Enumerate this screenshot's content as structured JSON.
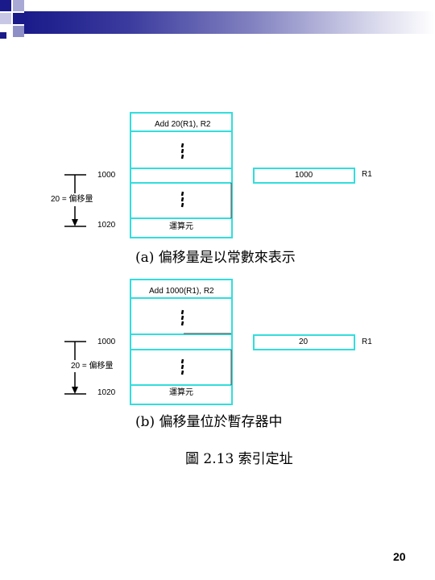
{
  "colors": {
    "box_stroke": "#33dddd",
    "accent_dark": "#1a1a8a"
  },
  "diagram_a": {
    "instruction": "Add    20(R1), R2",
    "addr_start": "1000",
    "addr_end": "1020",
    "offset_label": "20 = 偏移量",
    "operand": "運算元",
    "register_value": "1000",
    "register_name": "R1",
    "caption": "(a)  偏移量是以常數來表示"
  },
  "diagram_b": {
    "instruction": "Add    1000(R1), R2",
    "addr_start": "1000",
    "addr_end": "1020",
    "offset_label": "20 = 偏移量",
    "operand": "運算元",
    "register_value": "20",
    "register_name": "R1",
    "caption": "(b)  偏移量位於暫存器中"
  },
  "figure_caption": "圖 2.13   索引定址",
  "page_number": "20"
}
